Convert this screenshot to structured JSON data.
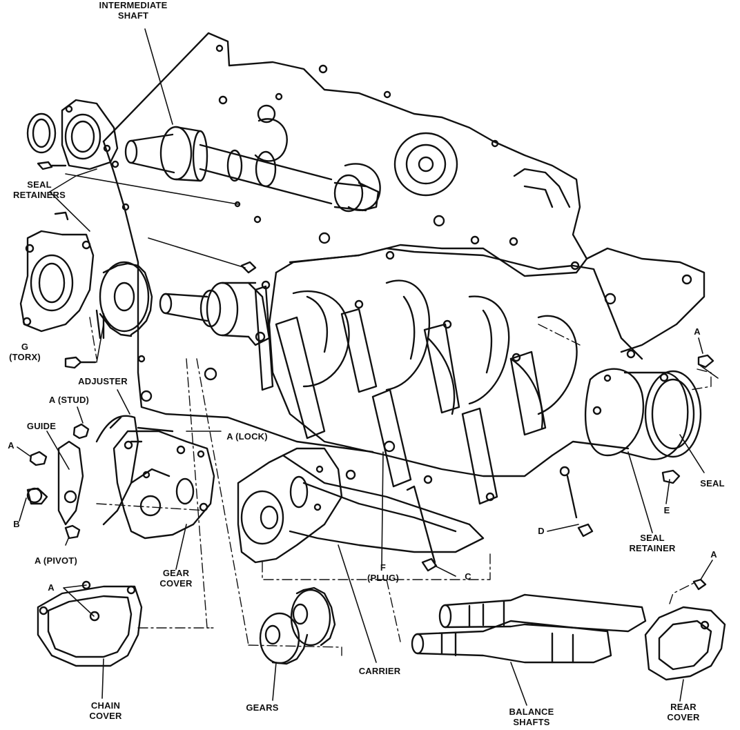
{
  "colors": {
    "ink": "#111111",
    "paper": "#ffffff"
  },
  "labels": {
    "intermediate_shaft": "INTERMEDIATE\nSHAFT",
    "seal_retainers": "SEAL\nRETAINERS",
    "g_torx": "G\n(TORX)",
    "adjuster": "ADJUSTER",
    "a_stud": "A (STUD)",
    "guide": "GUIDE",
    "a_left": "A",
    "b": "B",
    "a_pivot": "A (PIVOT)",
    "a_lock": "A (LOCK)",
    "gear_cover": "GEAR\nCOVER",
    "a_chain": "A",
    "chain_cover": "CHAIN\nCOVER",
    "gears": "GEARS",
    "carrier": "CARRIER",
    "f_plug": "F\n(PLUG)",
    "c": "C",
    "d": "D",
    "balance_shafts": "BALANCE\nSHAFTS",
    "seal_retainer": "SEAL\nRETAINER",
    "e": "E",
    "seal": "SEAL",
    "a_right": "A",
    "a_rear": "A",
    "rear_cover": "REAR\nCOVER"
  }
}
